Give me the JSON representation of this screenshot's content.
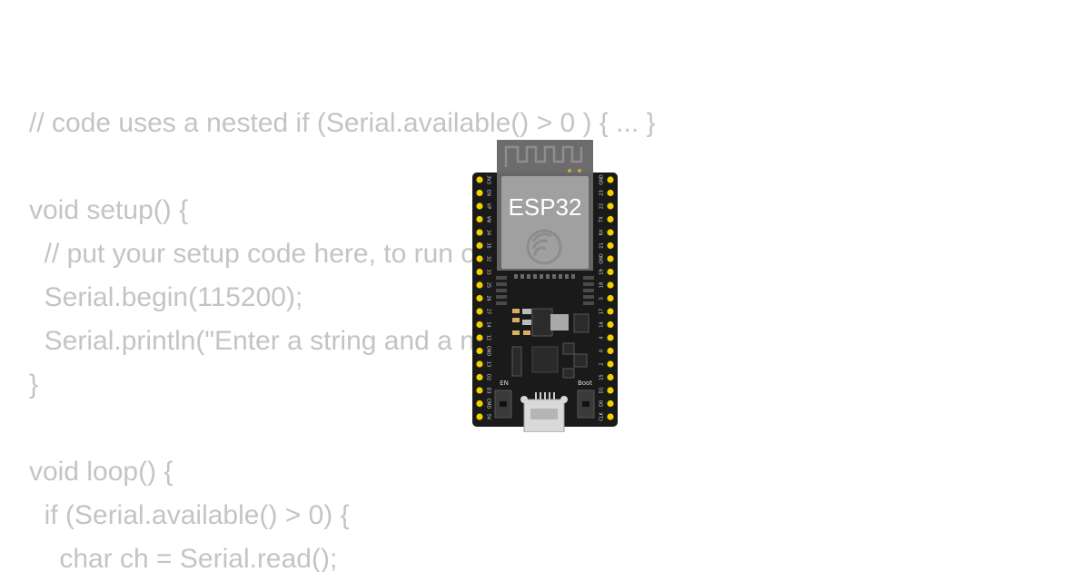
{
  "code": {
    "lines": [
      "// code uses a nested if (Serial.available() > 0 ) { ... }",
      "",
      "void setup() {",
      "  // put your setup code here, to run once:",
      "  Serial.begin(115200);",
      "  Serial.println(\"Enter a string and a number:\");",
      "}",
      "",
      "void loop() {",
      "  if (Serial.available() > 0) {",
      "    char ch = Serial.read();"
    ]
  },
  "board": {
    "chip_label": "ESP32",
    "logo_icon": "espressif-logo-icon",
    "buttons": {
      "en_label": "EN",
      "boot_label": "Boot"
    },
    "left_pins": [
      "3V3",
      "EN",
      "VP",
      "VN",
      "34",
      "35",
      "32",
      "33",
      "25",
      "26",
      "27",
      "14",
      "12",
      "GND",
      "13",
      "D2",
      "D3",
      "CMD",
      "5V"
    ],
    "right_pins": [
      "GND",
      "23",
      "22",
      "TX",
      "RX",
      "21",
      "GND",
      "19",
      "18",
      "5",
      "17",
      "16",
      "4",
      "0",
      "2",
      "15",
      "D1",
      "D0",
      "CLK"
    ],
    "colors": {
      "pcb": "#1a1a1a",
      "module": "#8a8a8a",
      "shield": "#a8a8a8",
      "pin_gold": "#f2d000",
      "code_text": "#c4c4c4"
    }
  }
}
